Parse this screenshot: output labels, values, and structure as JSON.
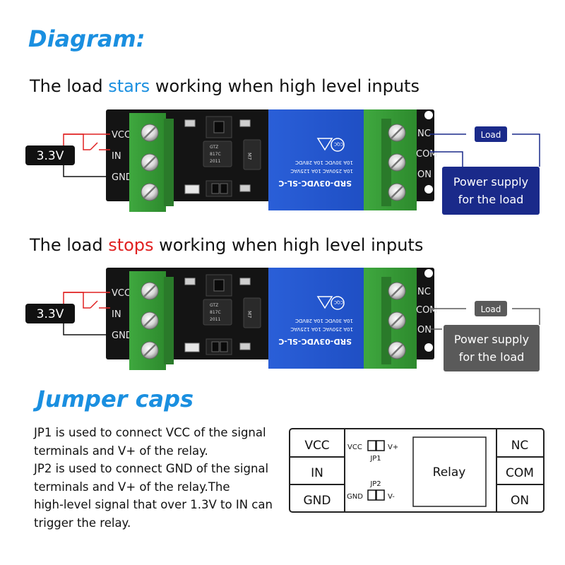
{
  "title": "Diagram:",
  "sections": [
    {
      "prefix": "The load ",
      "keyword": "stars",
      "suffix": " working when high level inputs",
      "input_label": "3.3V",
      "left_pins": [
        "VCC",
        "IN",
        "GND"
      ],
      "right_pins": [
        "NC",
        "COM",
        "ON"
      ],
      "load_label": "Load",
      "supply_line1": "Power supply",
      "supply_line2": "for the load",
      "box_color": "#1a2a8a"
    },
    {
      "prefix": "The load ",
      "keyword": "stops",
      "suffix": " working when high level inputs",
      "input_label": "3.3V",
      "left_pins": [
        "VCC",
        "IN",
        "GND"
      ],
      "right_pins": [
        "NC",
        "COM",
        "ON"
      ],
      "load_label": "Load",
      "supply_line1": "Power supply",
      "supply_line2": "for the load",
      "box_color": "#5a5a5a"
    }
  ],
  "relay_text": {
    "model": "SRD-03VDC-SL-C",
    "rating1": "10A 250VAC  10A 125VAC",
    "rating2": "10A 30VDC  10A 28VDC",
    "brand": "CQC",
    "opto1": "GTZ",
    "opto2": "817C",
    "opto3": "2011",
    "diode": "M7"
  },
  "jumper_heading": "Jumper caps",
  "jumper_text": [
    "JP1 is used to connect VCC of the signal",
    "terminals and V+ of the relay.",
    "JP2 is used to connect GND of the signal",
    "terminals and V+ of the relay.The",
    "high-level signal that over 1.3V to IN can",
    "trigger the relay."
  ],
  "schematic": {
    "left": [
      "VCC",
      "IN",
      "GND"
    ],
    "right": [
      "NC",
      "COM",
      "ON"
    ],
    "relay": "Relay",
    "jp1_label": "JP1",
    "jp1_left": "VCC",
    "jp1_right": "V+",
    "jp2_label": "JP2",
    "jp2_left": "GND",
    "jp2_right": "V-"
  }
}
